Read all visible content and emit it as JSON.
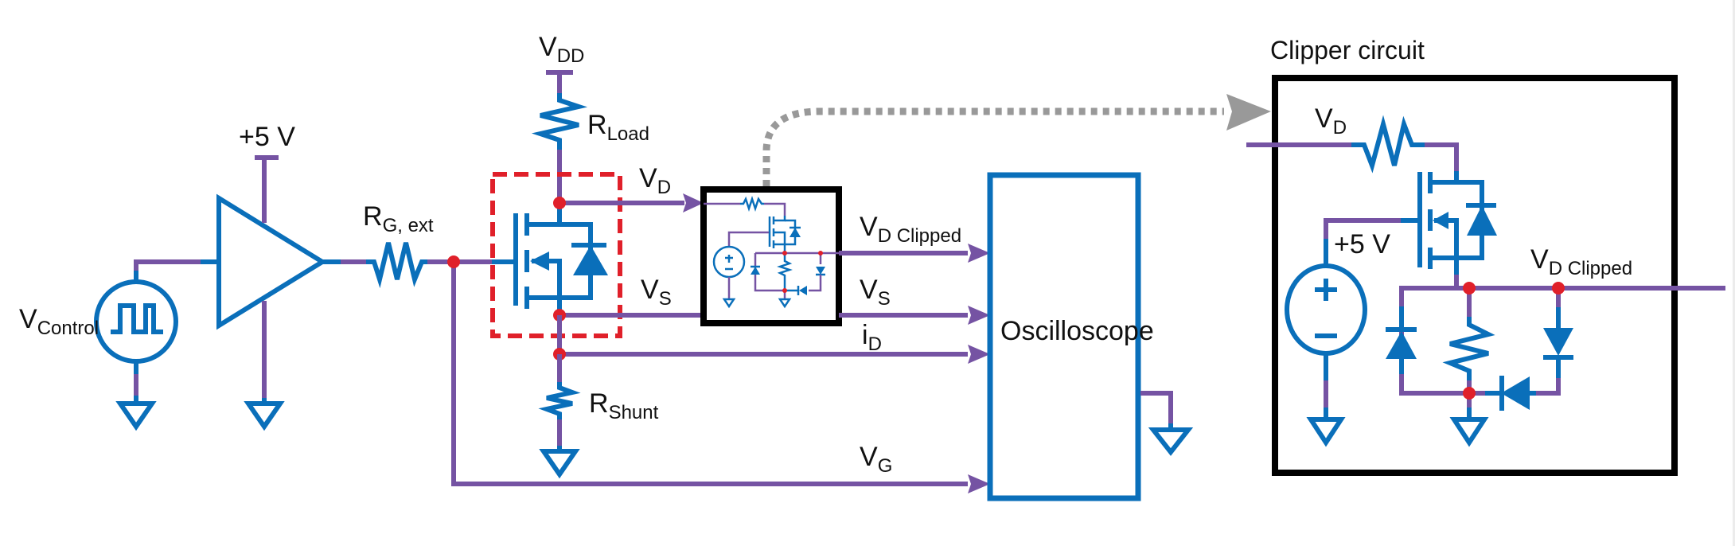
{
  "diagram": {
    "title": "MOSFET switching test circuit with drain voltage clipper",
    "colors": {
      "wire": "#7553a3",
      "component": "#0a6fba",
      "node": "#e0202a",
      "dut_box": "#e0202a",
      "callout_arrow": "#999999",
      "box_outline": "#000000"
    },
    "labels": {
      "v_control": {
        "main": "V",
        "sub": "Control"
      },
      "driver_supply": "+5 V",
      "r_gate_ext": {
        "main": "R",
        "sub": "G, ext"
      },
      "v_dd": {
        "main": "V",
        "sub": "DD"
      },
      "r_load": {
        "main": "R",
        "sub": "Load"
      },
      "v_d": {
        "main": "V",
        "sub": "D"
      },
      "v_s": {
        "main": "V",
        "sub": "S"
      },
      "r_shunt": {
        "main": "R",
        "sub": "Shunt"
      },
      "v_d_clipped": {
        "main": "V",
        "sub": "D Clipped"
      },
      "v_s_scope": {
        "main": "V",
        "sub": "S"
      },
      "i_d": {
        "main": "i",
        "sub": "D"
      },
      "v_g": {
        "main": "V",
        "sub": "G"
      },
      "oscilloscope": "Oscilloscope"
    },
    "clipper": {
      "title": "Clipper circuit",
      "v_d": {
        "main": "V",
        "sub": "D"
      },
      "supply": "+5 V",
      "v_d_clipped": {
        "main": "V",
        "sub": "D Clipped"
      },
      "source_plus": "+",
      "source_minus": "−"
    },
    "components": [
      "pulse-source",
      "gate-driver",
      "gate-resistor",
      "load-resistor",
      "dut-mosfet",
      "shunt-resistor",
      "clipper-block",
      "oscilloscope"
    ]
  }
}
